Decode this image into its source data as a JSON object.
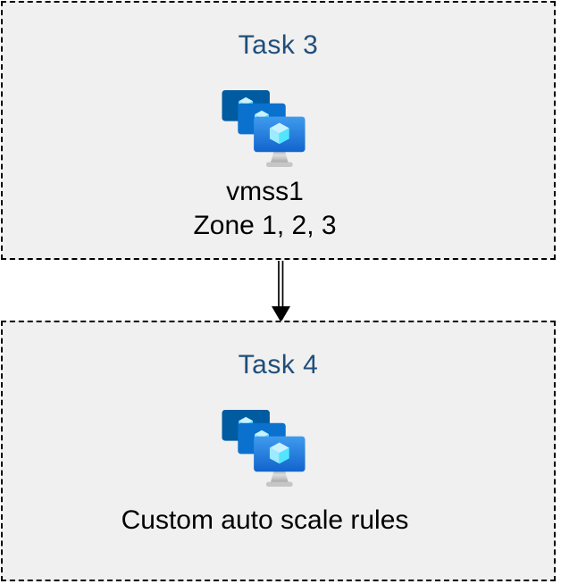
{
  "diagram": {
    "background": "#ffffff",
    "box_background": "#f0f0f0",
    "box_border_color": "#000000",
    "box_border_style": "dashed",
    "title_color": "#1f4e79",
    "body_text_color": "#000000"
  },
  "boxes": [
    {
      "id": "task3",
      "title": "Task 3",
      "icon": "vm-scale-sets-icon",
      "lines": [
        "vmss1",
        "Zone 1, 2, 3"
      ]
    },
    {
      "id": "task4",
      "title": "Task 4",
      "icon": "vm-scale-sets-icon",
      "lines": [
        "Custom auto scale rules"
      ]
    }
  ],
  "connector": {
    "icon": "down-arrow",
    "style": "double-line",
    "direction": "down",
    "color": "#000000"
  },
  "icon_colors": {
    "screen_back": "#005ba1",
    "screen_middle": "#0a71ce",
    "screen_front_top": "#3f9bee",
    "screen_front_bottom": "#1264cc",
    "cube_top": "#c9f2ff",
    "cube_left": "#9cebff",
    "cube_right": "#50e6ff",
    "stand_gray": "#c0c0c0"
  }
}
